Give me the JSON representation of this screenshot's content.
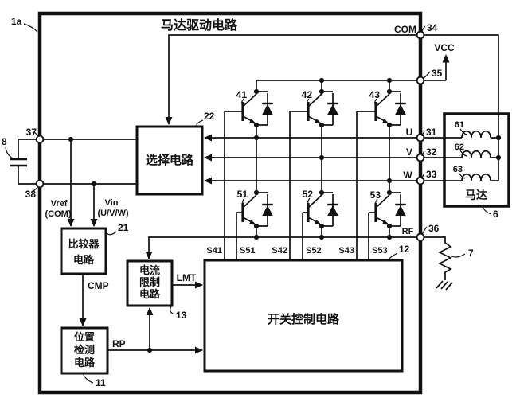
{
  "title": "马达驱动电路",
  "refs": {
    "chip": "1a",
    "capacitor": "8",
    "resistor": "7"
  },
  "blocks": {
    "selection": {
      "label": "选择电路",
      "ref": "22"
    },
    "comparator": {
      "l1": "比较器",
      "l2": "电路",
      "ref": "21"
    },
    "position_detect": {
      "l1": "位置",
      "l2": "检测",
      "l3": "电路",
      "ref": "11"
    },
    "current_limit": {
      "l1": "电流",
      "l2": "限制",
      "l3": "电路",
      "ref": "13"
    },
    "switch_control": {
      "label": "开关控制电路",
      "ref": "12"
    },
    "motor": {
      "label": "马达",
      "ref": "6"
    }
  },
  "signals": {
    "com": "COM",
    "vcc": "VCC",
    "u": "U",
    "v": "V",
    "w": "W",
    "rf": "RF",
    "cmp": "CMP",
    "rp": "RP",
    "lmt": "LMT",
    "vref1": "Vref",
    "vref2": "(COM)",
    "vin1": "Vin",
    "vin2": "(U/V/W)"
  },
  "terminals": {
    "t31": "31",
    "t32": "32",
    "t33": "33",
    "t34": "34",
    "t35": "35",
    "t36": "36",
    "t37": "37",
    "t38": "38"
  },
  "transistors": {
    "q41": "41",
    "q42": "42",
    "q43": "43",
    "q51": "51",
    "q52": "52",
    "q53": "53"
  },
  "control_lines": {
    "s41": "S41",
    "s51": "S51",
    "s42": "S42",
    "s52": "S52",
    "s43": "S43",
    "s53": "S53"
  },
  "coils": {
    "l61": "61",
    "l62": "62",
    "l63": "63"
  }
}
